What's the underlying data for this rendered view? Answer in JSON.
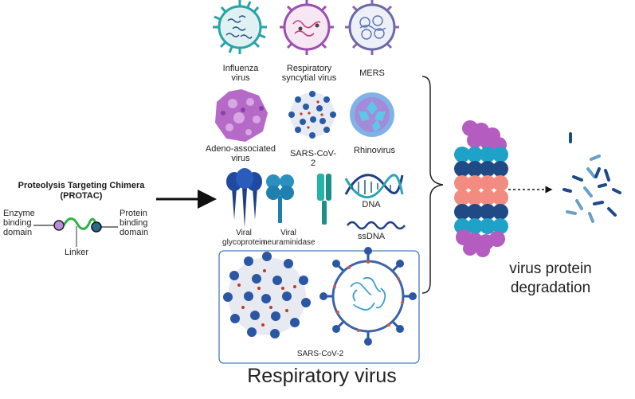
{
  "protac": {
    "title": "Proteolysis Targeting Chimera",
    "abbrev": "(PROTAC)",
    "enzyme_label": "Enzyme binding domain",
    "linker_label": "Linker",
    "protein_label": "Protein binding domain"
  },
  "viruses": {
    "influenza": "Influenza virus",
    "rsv": "Respiratory syncytial virus",
    "mers": "MERS",
    "aav": "Adeno-associated virus",
    "sars_cov_2": "SARS-CoV-2",
    "rhinovirus": "Rhinovirus"
  },
  "targets": {
    "glycoprotein": "Viral glycoprotein",
    "neuraminidase": "Viral neuraminidase",
    "dna": "DNA",
    "ssdna": "ssDNA"
  },
  "boxed": {
    "label": "SARS-CoV-2"
  },
  "caption": "Respiratory virus",
  "result": "virus protein degradation",
  "colors": {
    "teal": "#1a9aa0",
    "navy": "#1f3f7a",
    "purple": "#a35db8",
    "salmon": "#f08a80",
    "cyan": "#1fa2c8",
    "box_border": "#4a7db8"
  }
}
